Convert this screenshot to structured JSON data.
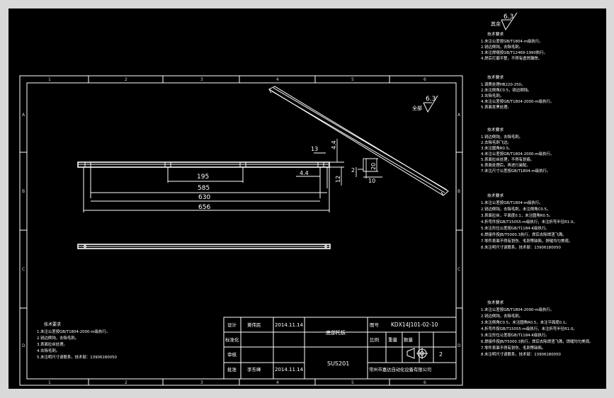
{
  "colors": {
    "background": "#000000",
    "lines": "#ffffff",
    "window_frame": "#d9d9d9"
  },
  "frame": {
    "col_marks": [
      "1",
      "2",
      "3",
      "4",
      "5",
      "6"
    ],
    "row_marks": [
      "A",
      "B",
      "C",
      "D"
    ]
  },
  "surface_roughness": {
    "top_value": "6.3",
    "top_label": "其余",
    "drawing_value": "6.3",
    "drawing_label": "全部"
  },
  "dimensions": {
    "d195": "195",
    "d585": "585",
    "d630": "630",
    "d656": "656",
    "d13": "13",
    "d44a": "4.4",
    "d44b": "4.4",
    "d12": "12",
    "d2": "2",
    "d20": "20",
    "d10": "10"
  },
  "title_block": {
    "designer_label": "设计",
    "designer_name": "黄伟民",
    "design_date": "2014.11.14",
    "standardize_label": "标准化",
    "review_label": "审核",
    "approve_label": "批准",
    "approver_name": "李东峰",
    "approve_date": "2014.11.14",
    "part_name": "底部托板",
    "material": "SUS201",
    "drawing_number_label": "图号",
    "drawing_number": "KDX14J101-02-10",
    "scale_label": "比例",
    "weight_label": "重量",
    "qty_label": "数量",
    "qty_value": "2",
    "company": "常州市嘉达自动化设备有限公司"
  },
  "notes_left": {
    "title": "技术要求",
    "lines": [
      "1.未注公差按GB/T1804-2000-m级执行。",
      "2.锐边倒钝，去除毛刺。",
      "3.表面拉丝处理。",
      "4.去除毛刺。",
      "5.未注明尺寸请联系，技术部：13906180050"
    ]
  },
  "notes_right": [
    {
      "title": "技术要求",
      "lines": [
        "1.未注公差按GB/T1804-m级执行。",
        "2.锐边倒钝，去除毛刺。",
        "3.未注焊缝按GB/T12469-1990执行。",
        "4.焊后打磨平整，不得有虚焊漏焊。"
      ]
    },
    {
      "title": "技术要求",
      "lines": [
        "1.调质处理HB220-250。",
        "2.未注倒角C0.5，锐边倒钝。",
        "3.去除毛刺。",
        "4.未注公差按GB/T1804-2000-m级执行。",
        "5.表面发黑处理。"
      ]
    },
    {
      "title": "技术要求",
      "lines": [
        "1.锐边倒钝，去除毛刺。",
        "2.去除毛刺飞边。",
        "3.未注圆角R0.5。",
        "4.未注公差按GB/T1804-2000-m级执行。",
        "5.表面拉丝处理，不得有划痕。",
        "6.表面处理后，再进行装配。",
        "7.未注尺寸公差按GB/T1804-m级执行。"
      ]
    },
    {
      "title": "技术要求",
      "lines": [
        "1.未注公差按GB/T1804-m级执行。",
        "2.锐边倒钝，去除毛刺，未注倒角C0.5。",
        "3.表面拉丝，平面度0.1，未注圆角R0.5。",
        "4.折弯件按GB/T15055-m级执行，未注折弯半径R1.0。",
        "5.未注形位公差按GB/T1184-K级执行。",
        "6.焊接件按JB/T5000.3执行，焊后去除焊渣飞溅。",
        "7.零件表面不得有划伤、毛刺等缺陷，焊缝均匀美观。",
        "8.未注明尺寸请联系，技术部：13906180050"
      ]
    },
    {
      "title": "技术要求",
      "lines": [
        "1.未注公差按GB/T1804-2000-m级执行。",
        "2.锐边倒钝，去除毛刺。",
        "3.未注倒角C0.5，未注圆角R0.5，未注平面度0.1。",
        "4.折弯件按GB/T15055-m级执行，未注折弯半径R1.0。",
        "5.未注形位公差按GB/T1184-K级执行。",
        "6.焊接件按JB/T5000.3执行，焊后去除焊渣飞溅，焊缝均匀美观。",
        "7.零件表面不得有划伤、毛刺等缺陷。",
        "8.未注明尺寸请联系，技术部：13906180050"
      ]
    }
  ]
}
